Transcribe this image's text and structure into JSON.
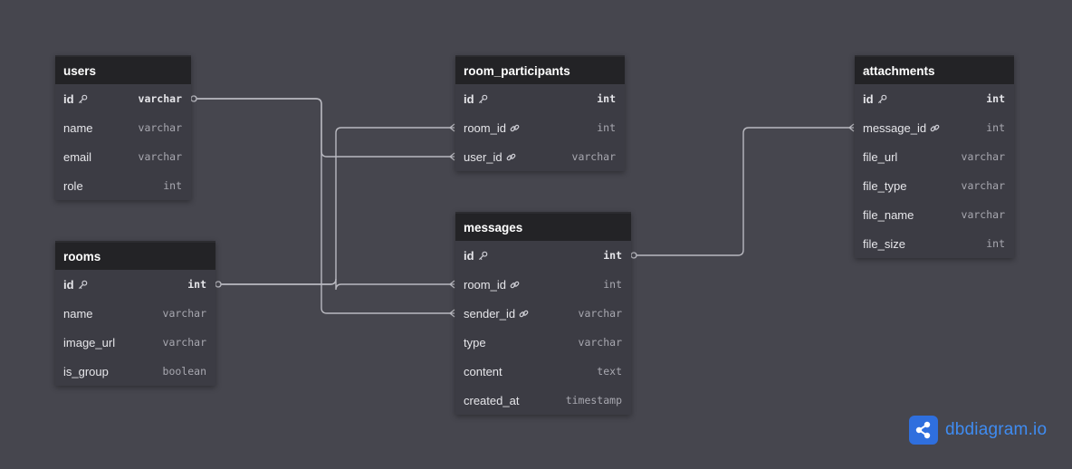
{
  "app": {
    "brand": "dbdiagram.io",
    "logo_icon": "share-network-icon"
  },
  "colors": {
    "background": "#46464e",
    "table_body": "#3c3c44",
    "table_header": "#232326",
    "line": "#b9b9c0",
    "brand": "#3f8cf2"
  },
  "tables": [
    {
      "name": "users",
      "fields": [
        {
          "name": "id",
          "type": "varchar",
          "pk": true,
          "icon": "key-icon"
        },
        {
          "name": "name",
          "type": "varchar"
        },
        {
          "name": "email",
          "type": "varchar"
        },
        {
          "name": "role",
          "type": "int"
        }
      ]
    },
    {
      "name": "rooms",
      "fields": [
        {
          "name": "id",
          "type": "int",
          "pk": true,
          "icon": "key-icon"
        },
        {
          "name": "name",
          "type": "varchar"
        },
        {
          "name": "image_url",
          "type": "varchar"
        },
        {
          "name": "is_group",
          "type": "boolean"
        }
      ]
    },
    {
      "name": "room_participants",
      "fields": [
        {
          "name": "id",
          "type": "int",
          "pk": true,
          "icon": "key-icon"
        },
        {
          "name": "room_id",
          "type": "int",
          "icon": "link-icon"
        },
        {
          "name": "user_id",
          "type": "varchar",
          "icon": "link-icon"
        }
      ]
    },
    {
      "name": "messages",
      "fields": [
        {
          "name": "id",
          "type": "int",
          "pk": true,
          "icon": "key-icon"
        },
        {
          "name": "room_id",
          "type": "int",
          "icon": "link-icon"
        },
        {
          "name": "sender_id",
          "type": "varchar",
          "icon": "link-icon"
        },
        {
          "name": "type",
          "type": "varchar"
        },
        {
          "name": "content",
          "type": "text"
        },
        {
          "name": "created_at",
          "type": "timestamp"
        }
      ]
    },
    {
      "name": "attachments",
      "fields": [
        {
          "name": "id",
          "type": "int",
          "pk": true,
          "icon": "key-icon"
        },
        {
          "name": "message_id",
          "type": "int",
          "icon": "link-icon"
        },
        {
          "name": "file_url",
          "type": "varchar"
        },
        {
          "name": "file_type",
          "type": "varchar"
        },
        {
          "name": "file_name",
          "type": "varchar"
        },
        {
          "name": "file_size",
          "type": "int"
        }
      ]
    }
  ],
  "relationships": [
    {
      "from": "users.id",
      "to": "room_participants.user_id",
      "kind": "one-to-many"
    },
    {
      "from": "users.id",
      "to": "messages.sender_id",
      "kind": "one-to-many"
    },
    {
      "from": "rooms.id",
      "to": "room_participants.room_id",
      "kind": "one-to-many"
    },
    {
      "from": "rooms.id",
      "to": "messages.room_id",
      "kind": "one-to-many"
    },
    {
      "from": "messages.id",
      "to": "attachments.message_id",
      "kind": "one-to-many"
    }
  ]
}
